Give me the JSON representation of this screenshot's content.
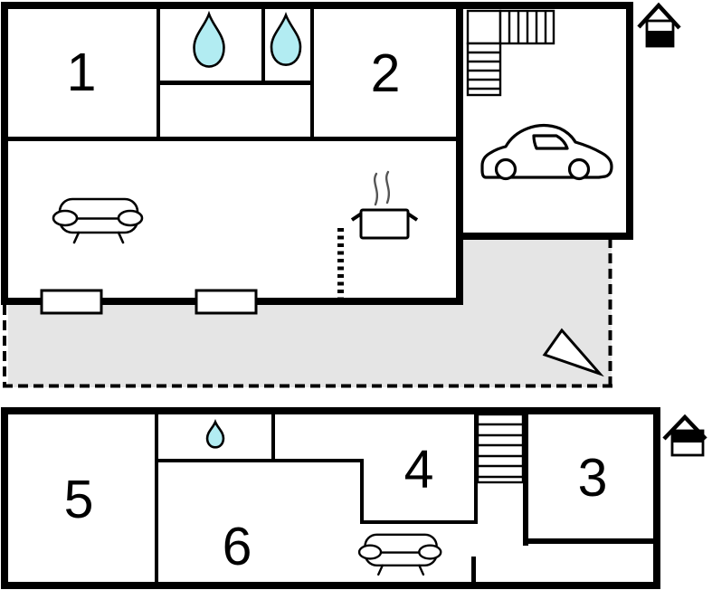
{
  "plan": {
    "type": "floor-plan",
    "floor_count": 2
  },
  "colors": {
    "line": "#000000",
    "water_drop": "#b2ecf2",
    "terrace": "#e5e5e5",
    "steam": "#555555",
    "background": "#ffffff"
  },
  "ground_floor": {
    "room_labels": {
      "room_1": "1",
      "room_2": "2"
    },
    "icons": [
      "water-drop",
      "water-drop",
      "staircase",
      "car",
      "sofa",
      "cooking-pot",
      "steam",
      "window",
      "window",
      "room-divider-dashed",
      "terrace-dashed-outline",
      "entrance-arrow",
      "house-orientation"
    ]
  },
  "upper_floor": {
    "room_labels": {
      "room_3": "3",
      "room_4": "4",
      "room_5": "5",
      "room_6": "6"
    },
    "icons": [
      "water-drop",
      "staircase",
      "sofa",
      "house-orientation"
    ]
  }
}
